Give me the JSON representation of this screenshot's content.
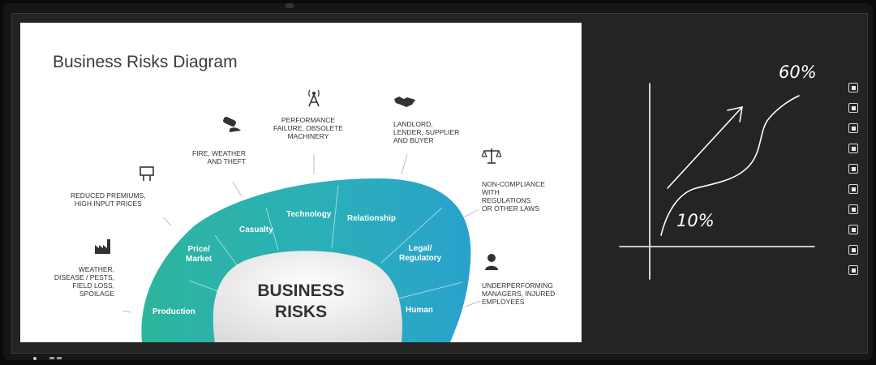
{
  "slide": {
    "title": "Business Risks Diagram",
    "center": [
      "BUSINESS",
      "RISKS"
    ],
    "segments": {
      "production": "Production",
      "price_market": [
        "Price/",
        "Market"
      ],
      "casualty": "Casualty",
      "technology": "Technology",
      "relationship": "Relationship",
      "legal_regulatory": [
        "Legal/",
        "Regulatory"
      ],
      "human": "Human"
    },
    "risks": {
      "weather": [
        "WEATHER,",
        "DISEASE / PESTS,",
        "FIELD LOSS,",
        "SPOILAGE"
      ],
      "premiums": [
        "REDUCED PREMIUMS,",
        "HIGH INPUT PRICES"
      ],
      "fire": [
        "FIRE, WEATHER",
        "AND THEFT"
      ],
      "performance": [
        "PERFORMANCE",
        "FAILURE, OBSOLETE",
        "MACHINERY"
      ],
      "landlord": [
        "LANDLORD,",
        "LENDER, SUPPLIER",
        "AND BUYER"
      ],
      "compliance": [
        "NON-COMPLIANCE",
        "WITH",
        "REGULATIONS",
        "OR OTHER LAWS"
      ],
      "underperforming": [
        "UNDERPERFORMING",
        "MANAGERS, INJURED",
        "EMPLOYEES"
      ]
    },
    "icons": [
      "factory-icon",
      "billboard-icon",
      "fire-extinguisher-icon",
      "antenna-icon",
      "handshake-icon",
      "scales-icon",
      "person-icon"
    ],
    "colors": {
      "teal_dark": "#2bb4a0",
      "teal_light": "#2aa6c8",
      "center_fill": "#f2f2f2"
    }
  },
  "whiteboard": {
    "annotations": {
      "high": "60%",
      "low": "10%"
    },
    "ink_color": "#ffffff"
  },
  "toolbar": {
    "icons": [
      "screen-capture-icon",
      "pen-icon",
      "highlighter-icon",
      "page-icon",
      "upload-icon",
      "download-icon",
      "lock-icon",
      "save-icon",
      "exit-icon",
      "undo-icon"
    ]
  }
}
